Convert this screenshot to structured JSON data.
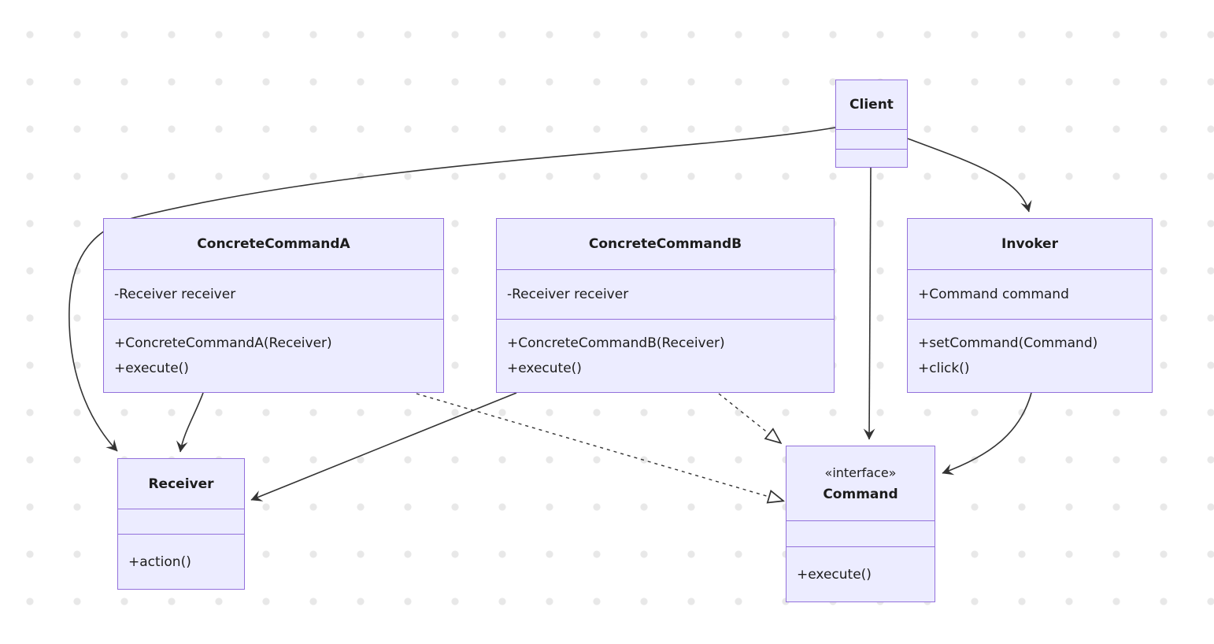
{
  "diagram": {
    "kind": "uml-class-diagram",
    "pattern": "Command",
    "colors": {
      "node_fill": "#ECECFF",
      "node_border": "#9370DB",
      "edge_line": "#333333",
      "text": "#1c1c1c",
      "background_dots": "#e8e8e8",
      "background": "#ffffff"
    }
  },
  "classes": {
    "client": {
      "title": "Client",
      "attributes": [],
      "methods": []
    },
    "concreteCommandA": {
      "title": "ConcreteCommandA",
      "attributes": [
        "-Receiver receiver"
      ],
      "methods": [
        "+ConcreteCommandA(Receiver)",
        "+execute()"
      ]
    },
    "concreteCommandB": {
      "title": "ConcreteCommandB",
      "attributes": [
        "-Receiver receiver"
      ],
      "methods": [
        "+ConcreteCommandB(Receiver)",
        "+execute()"
      ]
    },
    "invoker": {
      "title": "Invoker",
      "attributes": [
        "+Command command"
      ],
      "methods": [
        "+setCommand(Command)",
        "+click()"
      ]
    },
    "receiver": {
      "title": "Receiver",
      "attributes": [],
      "methods": [
        "+action()"
      ]
    },
    "command": {
      "stereotype": "«interface»",
      "title": "Command",
      "attributes": [],
      "methods": [
        "+execute()"
      ]
    }
  },
  "edges": [
    {
      "from": "Client",
      "to": "Receiver",
      "type": "association-arrow",
      "style": "solid"
    },
    {
      "from": "Client",
      "to": "Invoker",
      "type": "association-arrow",
      "style": "solid"
    },
    {
      "from": "Client",
      "to": "Command",
      "type": "association-arrow",
      "style": "solid"
    },
    {
      "from": "ConcreteCommandA",
      "to": "Receiver",
      "type": "association-arrow",
      "style": "solid"
    },
    {
      "from": "ConcreteCommandB",
      "to": "Receiver",
      "type": "association-arrow",
      "style": "solid"
    },
    {
      "from": "ConcreteCommandA",
      "to": "Command",
      "type": "realization",
      "style": "dashed-hollow-triangle"
    },
    {
      "from": "ConcreteCommandB",
      "to": "Command",
      "type": "realization",
      "style": "dashed-hollow-triangle"
    },
    {
      "from": "Invoker",
      "to": "Command",
      "type": "association-arrow",
      "style": "solid"
    }
  ]
}
